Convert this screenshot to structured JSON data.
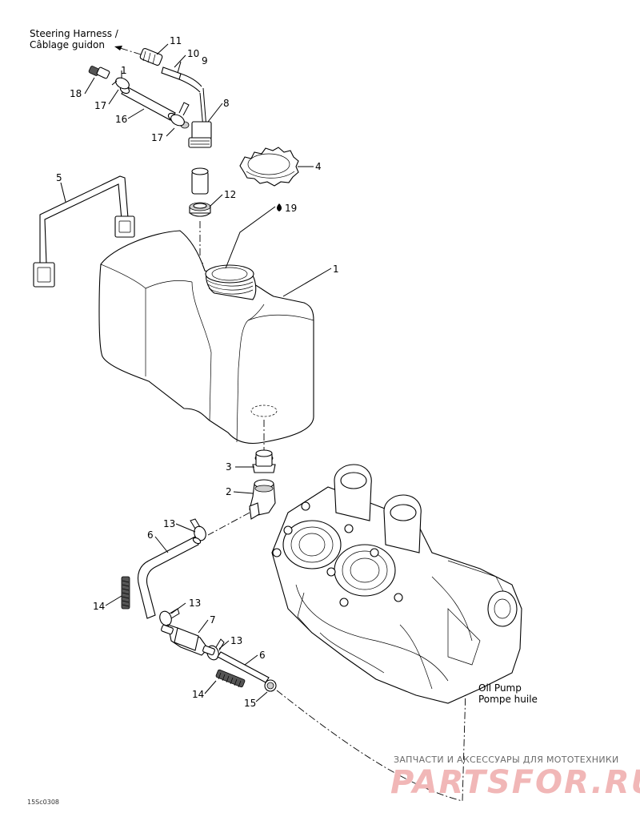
{
  "labels": {
    "steering_harness_en": "Steering Harness /",
    "steering_harness_fr": "Câblage guidon",
    "oil_pump_en": "Oil Pump",
    "oil_pump_fr": "Pompe huile"
  },
  "callouts": {
    "c1_tank": "1",
    "c1_clamp": "1",
    "c2": "2",
    "c3": "3",
    "c4": "4",
    "c5": "5",
    "c6_upper": "6",
    "c6_lower": "6",
    "c7": "7",
    "c8": "8",
    "c9": "9",
    "c10": "10",
    "c11": "11",
    "c12": "12",
    "c13_a": "13",
    "c13_b": "13",
    "c13_c": "13",
    "c14_a": "14",
    "c14_b": "14",
    "c15": "15",
    "c16": "16",
    "c17_a": "17",
    "c17_b": "17",
    "c18": "18",
    "c19": "19"
  },
  "drawing_code": "15Sc0308",
  "watermark": {
    "tagline": "ЗАПЧАСТИ И АКСЕССУАРЫ ДЛЯ МОТОТЕХНИКИ",
    "logo": "PARTSFOR.RU"
  }
}
